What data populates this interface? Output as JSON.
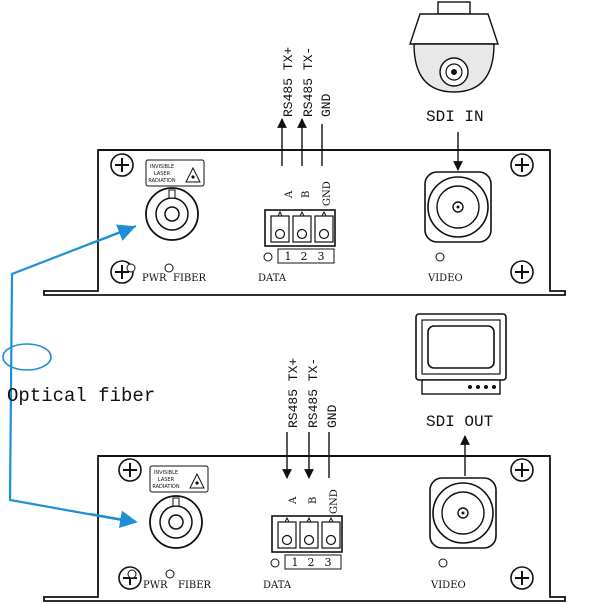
{
  "top_unit": {
    "data_signals": [
      "RS485 TX+",
      "RS485 TX-",
      "GND"
    ],
    "terminal_labels": [
      "A",
      "B",
      "GND"
    ],
    "terminal_numbers": [
      "1",
      "2",
      "3"
    ],
    "data_label": "DATA",
    "pwr_label": "PWR",
    "fiber_label": "FIBER",
    "video_label": "VIDEO",
    "camera_label": "SDI IN",
    "laser_warning": [
      "INVISIBLE",
      "LASER",
      "RADIATION"
    ]
  },
  "bottom_unit": {
    "data_signals": [
      "RS485 TX+",
      "RS485 TX-",
      "GND"
    ],
    "terminal_labels": [
      "A",
      "B",
      "GND"
    ],
    "terminal_numbers": [
      "1",
      "2",
      "3"
    ],
    "data_label": "DATA",
    "pwr_label": "PWR",
    "fiber_label": "FIBER",
    "video_label": "VIDEO",
    "monitor_label": "SDI OUT",
    "laser_warning": [
      "INVISIBLE",
      "LASER",
      "RADIATION"
    ]
  },
  "optical_fiber_label": "Optical fiber",
  "colors": {
    "fiber": "#1e8fd6",
    "line": "#111111"
  }
}
